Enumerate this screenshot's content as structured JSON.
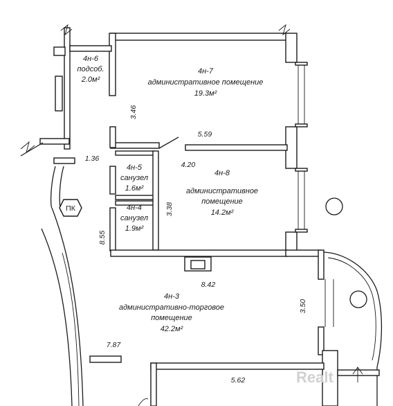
{
  "rooms": [
    {
      "id": "4n6",
      "lines": [
        "4н-6",
        "подсоб.",
        "2.0м²"
      ]
    },
    {
      "id": "4n7",
      "lines": [
        "4н-7",
        "административное помещение",
        "19.3м²"
      ]
    },
    {
      "id": "4n8",
      "lines": [
        "4н-8",
        "административное",
        "помещение",
        "14.2м²"
      ]
    },
    {
      "id": "4n5",
      "lines": [
        "4н-5",
        "санузел",
        "1.6м²"
      ]
    },
    {
      "id": "4n4",
      "lines": [
        "4н-4",
        "санузел",
        "1.9м²"
      ]
    },
    {
      "id": "4n3",
      "lines": [
        "4н-3",
        "административно-торговое",
        "помещение",
        "42.2м²"
      ]
    }
  ],
  "dimensions": {
    "d346": "3.46",
    "d559": "5.59",
    "d136": "1.36",
    "d420": "4.20",
    "d338": "3.38",
    "d855": "8.55",
    "d842": "8.42",
    "d350": "3.50",
    "d787": "7.87",
    "d562": "5.62"
  },
  "markers": {
    "pk": "ПК"
  },
  "watermark": "Realt"
}
